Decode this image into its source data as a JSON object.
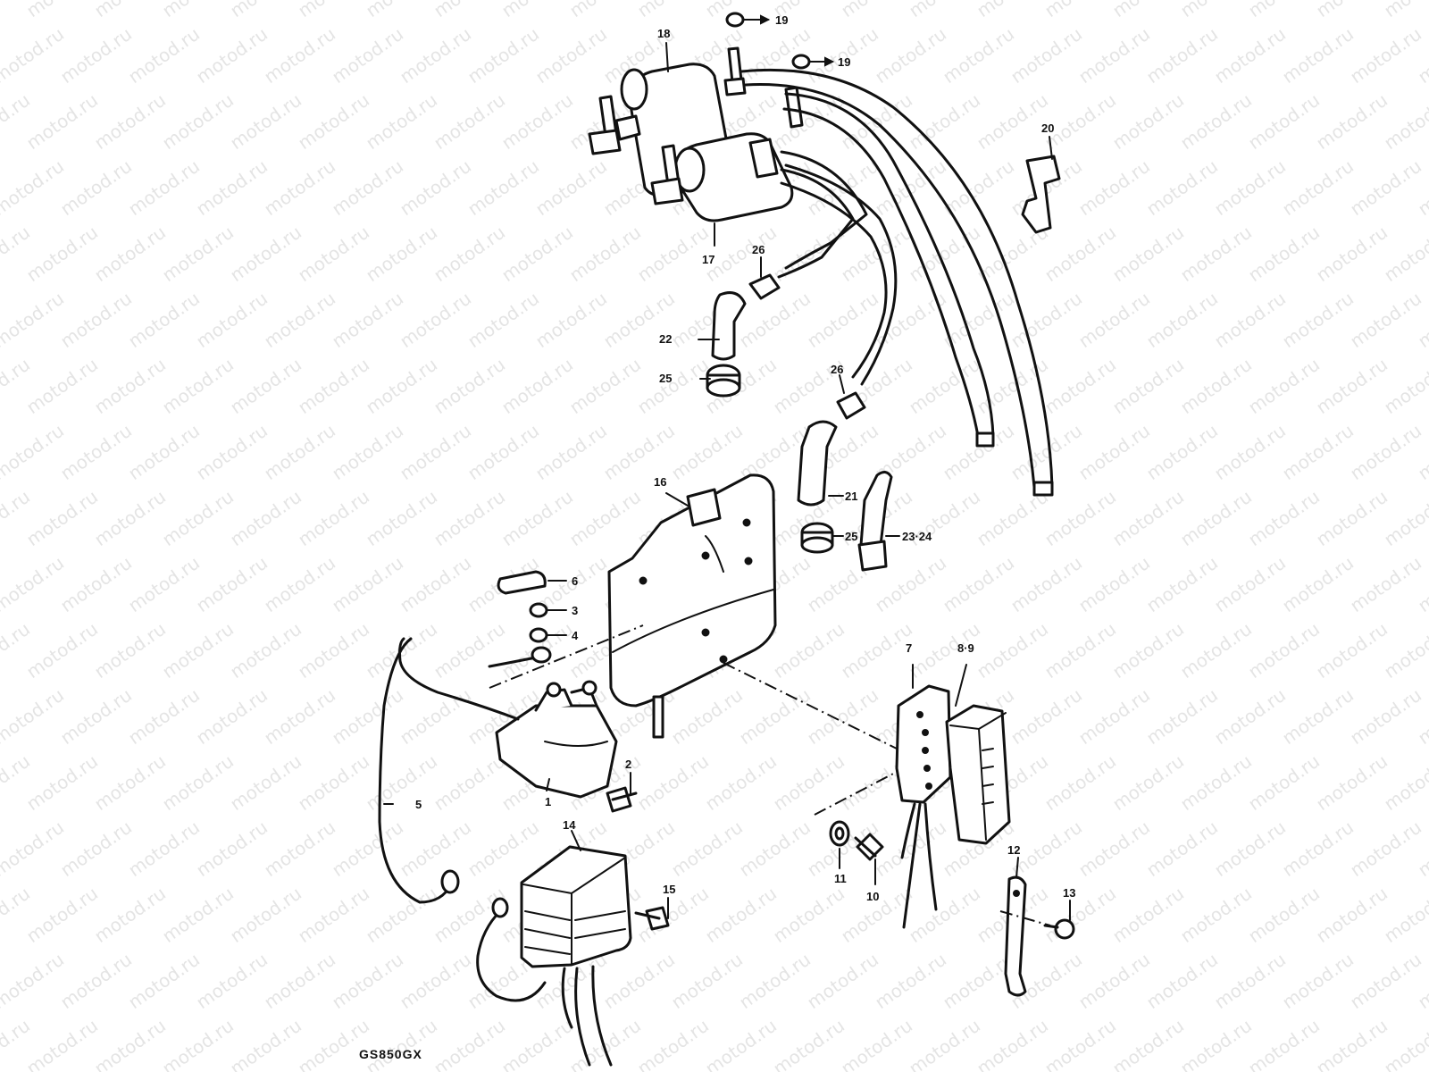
{
  "watermark": {
    "text": "motod.ru",
    "color": "#cfcfcf"
  },
  "model_code": "GS850GX",
  "callouts": [
    {
      "id": "c19a",
      "text": "19"
    },
    {
      "id": "c19b",
      "text": "19"
    },
    {
      "id": "c18",
      "text": "18"
    },
    {
      "id": "c20",
      "text": "20"
    },
    {
      "id": "c17",
      "text": "17"
    },
    {
      "id": "c26a",
      "text": "26"
    },
    {
      "id": "c22",
      "text": "22"
    },
    {
      "id": "c25a",
      "text": "25"
    },
    {
      "id": "c26b",
      "text": "26"
    },
    {
      "id": "c16",
      "text": "16"
    },
    {
      "id": "c21",
      "text": "21"
    },
    {
      "id": "c25b",
      "text": "25"
    },
    {
      "id": "c2324",
      "text": "23·24"
    },
    {
      "id": "c6",
      "text": "6"
    },
    {
      "id": "c3",
      "text": "3"
    },
    {
      "id": "c4",
      "text": "4"
    },
    {
      "id": "c7",
      "text": "7"
    },
    {
      "id": "c89",
      "text": "8·9"
    },
    {
      "id": "c2",
      "text": "2"
    },
    {
      "id": "c1",
      "text": "1"
    },
    {
      "id": "c5",
      "text": "5"
    },
    {
      "id": "c14",
      "text": "14"
    },
    {
      "id": "c15",
      "text": "15"
    },
    {
      "id": "c11",
      "text": "11"
    },
    {
      "id": "c10",
      "text": "10"
    },
    {
      "id": "c12",
      "text": "12"
    },
    {
      "id": "c13",
      "text": "13"
    }
  ]
}
